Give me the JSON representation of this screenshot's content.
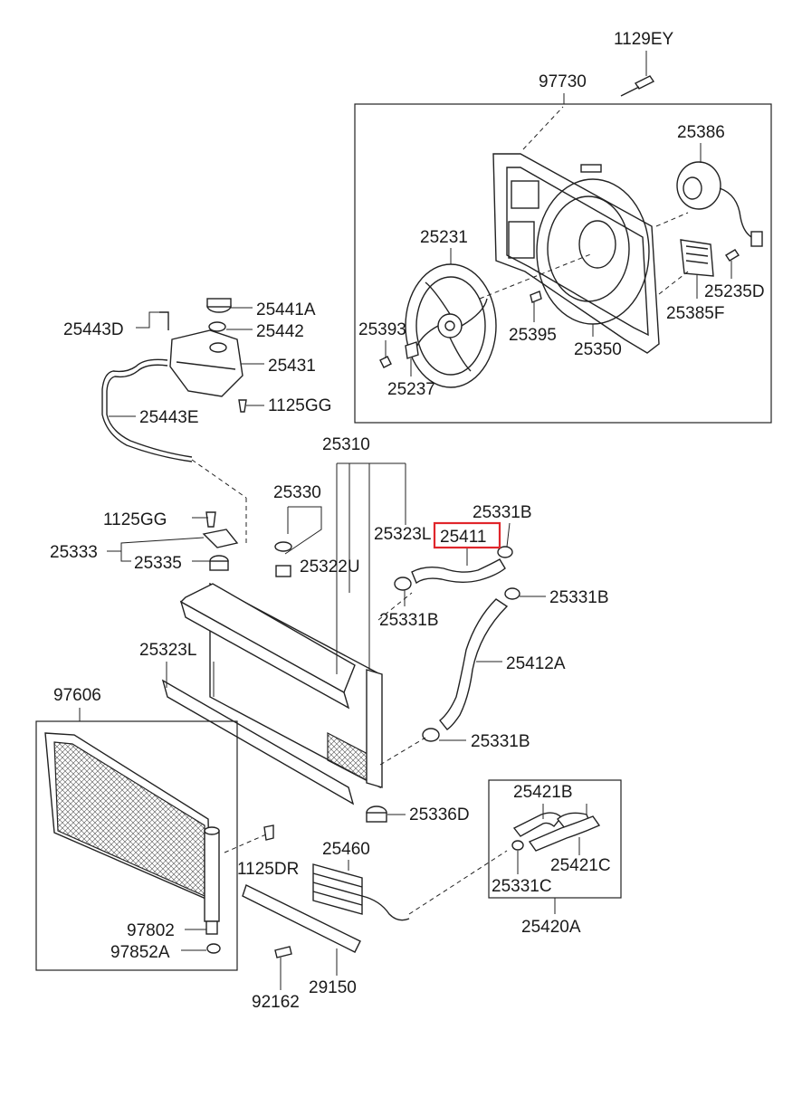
{
  "highlight_color": "#e0262b",
  "highlighted_part": "25411",
  "labels": {
    "p1129EY": "1129EY",
    "p97730": "97730",
    "p25386": "25386",
    "p25231": "25231",
    "p25441A": "25441A",
    "p25442": "25442",
    "p25443D": "25443D",
    "p25393": "25393",
    "p25395": "25395",
    "p25350": "25350",
    "p25235D": "25235D",
    "p25385F": "25385F",
    "p25431": "25431",
    "p25237": "25237",
    "p1125GG_a": "1125GG",
    "p25443E": "25443E",
    "p25310": "25310",
    "p25330": "25330",
    "p25331B_a": "25331B",
    "p1125GG_b": "1125GG",
    "p25323L_a": "25323L",
    "p25411": "25411",
    "p25333": "25333",
    "p25335": "25335",
    "p25322U": "25322U",
    "p25331B_b": "25331B",
    "p25331B_c": "25331B",
    "p25323L_b": "25323L",
    "p25412A": "25412A",
    "p97606": "97606",
    "p25331B_d": "25331B",
    "p25421B": "25421B",
    "p25336D": "25336D",
    "p1125DR": "1125DR",
    "p25460": "25460",
    "p25421C": "25421C",
    "p25331C": "25331C",
    "p97802": "97802",
    "p25420A": "25420A",
    "p97852A": "97852A",
    "p92162": "92162",
    "p29150": "29150"
  }
}
